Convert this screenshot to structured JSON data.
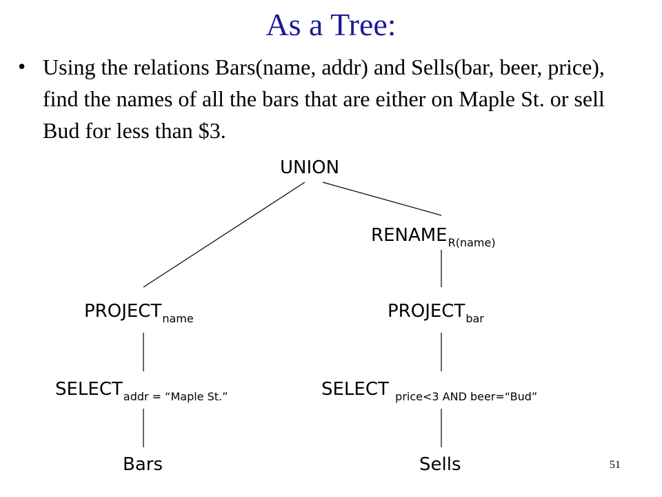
{
  "slide": {
    "title": "As a Tree:",
    "bullet_char": "•",
    "bullet_text": "Using the relations Bars(name, addr) and Sells(bar, beer, price), find the names of all the bars that are either on Maple St. or sell Bud for less than $3.",
    "page_number": "51"
  },
  "tree": {
    "union": {
      "label": "UNION"
    },
    "rename": {
      "label": "RENAME",
      "sub": "R(name)"
    },
    "project_left": {
      "label": "PROJECT",
      "sub": "name"
    },
    "project_right": {
      "label": "PROJECT",
      "sub": "bar"
    },
    "select_left": {
      "label": "SELECT",
      "sub": "addr = “Maple St.”"
    },
    "select_right": {
      "label": "SELECT ",
      "sub": "price<3 AND beer=“Bud”"
    },
    "leaf_left": {
      "label": "Bars"
    },
    "leaf_right": {
      "label": "Sells"
    }
  },
  "colors": {
    "title": "#1a1a9c",
    "text": "#000000",
    "edge": "#000000"
  }
}
